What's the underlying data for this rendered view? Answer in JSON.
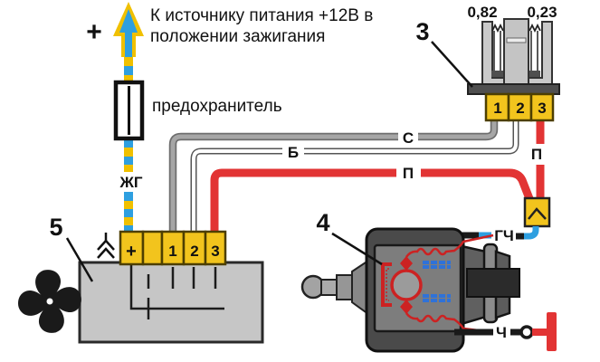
{
  "power_note": {
    "plus": "+",
    "line1": "К источнику питания +12В в",
    "line2": "положении зажигания"
  },
  "fuse": {
    "label": "предохранитель"
  },
  "wires": {
    "yellow_blue": "ЖГ",
    "gray": "С",
    "white": "Б",
    "red_from_switch": "П",
    "red_from_resistor": "П",
    "blue_black": "ГЧ",
    "black_ground": "Ч"
  },
  "resistor": {
    "callout": "3",
    "ohms_left": "0,82",
    "ohms_right": "0,23",
    "terminals": [
      "1",
      "2",
      "3"
    ]
  },
  "motor": {
    "callout": "4"
  },
  "switch": {
    "callout": "5",
    "terminals": [
      "+",
      "",
      "1",
      "2",
      "3"
    ]
  },
  "colors": {
    "wire_red": "#e23434",
    "wire_blue": "#2e9fe0",
    "wire_yellow": "#f0c000",
    "wire_gray": "#a0a0a0",
    "terminal_yellow": "#f2c41d",
    "motor_body": "#4a4a4a",
    "schematic_red": "#cc2222",
    "ground_red": "#e23434"
  }
}
